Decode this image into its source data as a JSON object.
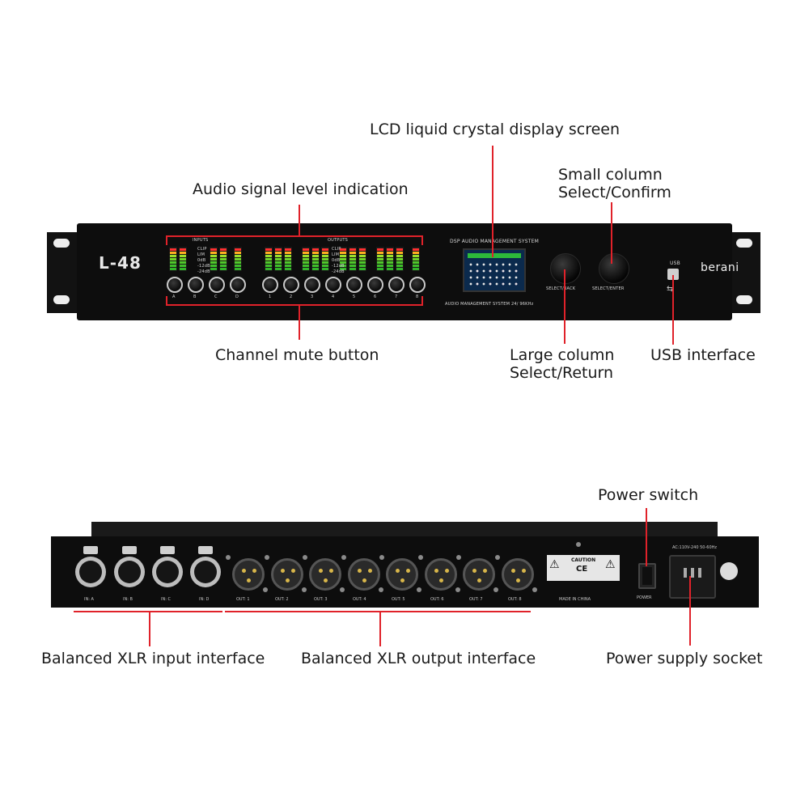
{
  "callouts": {
    "lcd": "LCD liquid crystal display screen",
    "audio_level": "Audio signal level indication",
    "small_column_1": "Small column",
    "small_column_2": "Select/Confirm",
    "channel_mute": "Channel mute button",
    "large_column_1": "Large column",
    "large_column_2": "Select/Return",
    "usb": "USB interface",
    "power_switch": "Power switch",
    "xlr_input": "Balanced XLR input interface",
    "xlr_output": "Balanced XLR output interface",
    "power_socket": "Power supply socket"
  },
  "front_panel": {
    "model": "L-48",
    "brand": "berani",
    "inputs_label": "INPUTS",
    "outputs_label": "OUTPUTS",
    "dsp_title": "DSP AUDIO MANAGEMENT SYSTEM",
    "dsp_subtitle": "AUDIO MANAGEMENT SYSTEM 24/ 96KHz",
    "select_back": "SELECT/BACK",
    "select_enter": "SELECT/ENTER",
    "usb_label": "USB",
    "meter_scale": [
      "CLIP",
      "LIM",
      "0dB",
      "-12dB",
      "-24dB"
    ],
    "input_channels": [
      "A",
      "B",
      "C",
      "D"
    ],
    "output_channels": [
      "1",
      "2",
      "3",
      "4",
      "5",
      "6",
      "7",
      "8"
    ]
  },
  "rear_panel": {
    "input_labels": [
      "IN: A",
      "IN: B",
      "IN: C",
      "IN: D"
    ],
    "output_labels": [
      "OUT: 1",
      "OUT: 2",
      "OUT: 3",
      "OUT: 4",
      "OUT: 5",
      "OUT: 6",
      "OUT: 7",
      "OUT: 8"
    ],
    "caution": "CAUTION",
    "made_in": "MADE IN CHINA",
    "power_label": "POWER",
    "ac_rating": "AC:110V-240 50-60Hz"
  },
  "colors": {
    "accent_line": "#e0222a",
    "chassis": "#0d0d0d"
  }
}
